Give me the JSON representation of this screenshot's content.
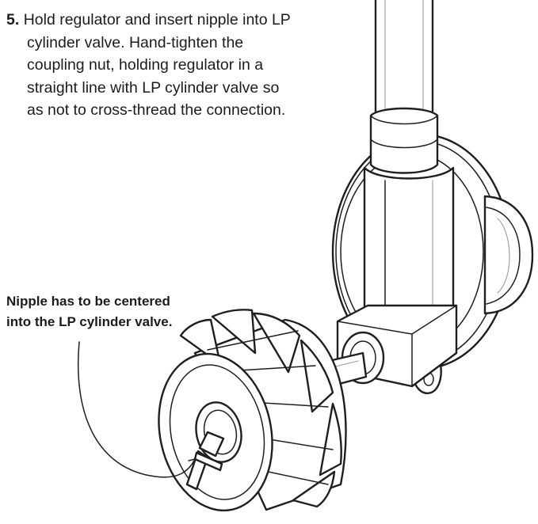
{
  "instruction": {
    "step_number": "5.",
    "lines": [
      "Hold regulator and insert nipple into LP",
      "cylinder valve. Hand-tighten the",
      "coupling nut, holding regulator in a",
      "straight line with LP cylinder valve so",
      "as not to cross-thread the connection."
    ]
  },
  "callout": {
    "lines": [
      "Nipple has to be centered",
      "into the LP cylinder valve."
    ]
  }
}
